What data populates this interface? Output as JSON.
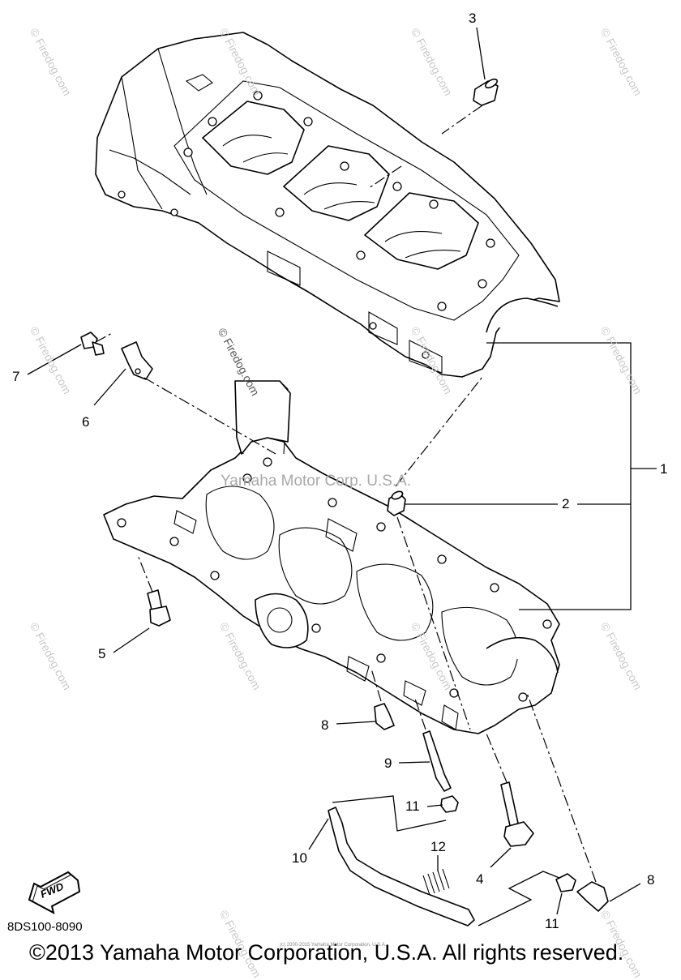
{
  "diagram": {
    "callouts": [
      {
        "id": "c3",
        "label": "3"
      },
      {
        "id": "c7",
        "label": "7"
      },
      {
        "id": "c6",
        "label": "6"
      },
      {
        "id": "c1",
        "label": "1"
      },
      {
        "id": "c2",
        "label": "2"
      },
      {
        "id": "c5",
        "label": "5"
      },
      {
        "id": "c8a",
        "label": "8"
      },
      {
        "id": "c9",
        "label": "9"
      },
      {
        "id": "c11a",
        "label": "11"
      },
      {
        "id": "c10",
        "label": "10"
      },
      {
        "id": "c12",
        "label": "12"
      },
      {
        "id": "c4",
        "label": "4"
      },
      {
        "id": "c8b",
        "label": "8"
      },
      {
        "id": "c11b",
        "label": "11"
      }
    ],
    "watermark": "© Firedog.com",
    "center_watermark": "Yamaha Motor Corp. U.S.A.",
    "fwd_label": "FWD",
    "doc_code": "8DS100-8090",
    "tiny_notice": "(c) 2000-2015 Yamaha Motor Corporation, U.S.A.",
    "copyright": "©2013 Yamaha Motor Corporation, U.S.A. All rights reserved."
  }
}
